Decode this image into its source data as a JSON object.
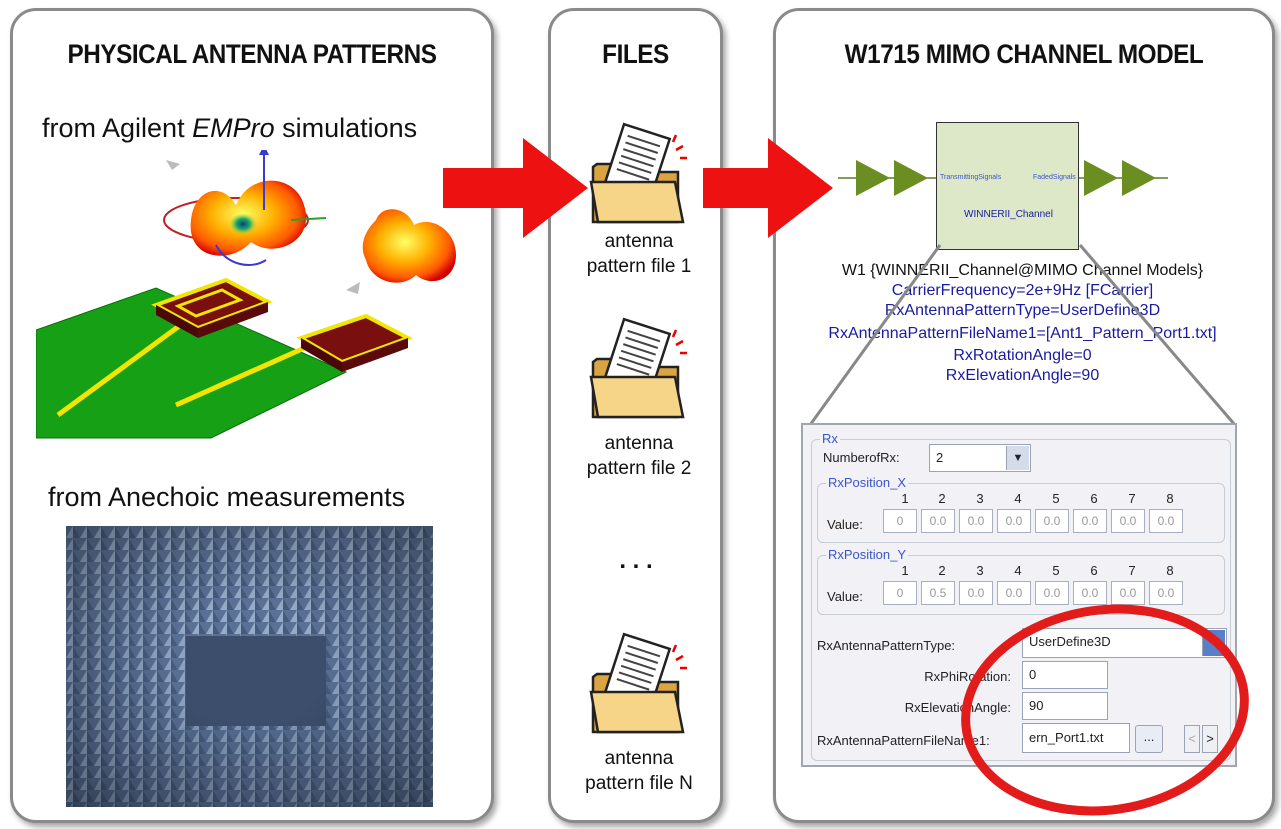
{
  "left_panel": {
    "title": "PHYSICAL ANTENNA PATTERNS",
    "subtitle_simulation_prefix": "from Agilent ",
    "subtitle_simulation_emphasis": "EMPro",
    "subtitle_simulation_suffix": " simulations",
    "subtitle_measurement": "from Anechoic measurements"
  },
  "middle_panel": {
    "title": "FILES",
    "files": [
      {
        "line1": "antenna",
        "line2": "pattern file 1"
      },
      {
        "line1": "antenna",
        "line2": "pattern file 2"
      },
      {
        "line1": "antenna",
        "line2": "pattern file N"
      }
    ],
    "ellipsis": ". . ."
  },
  "right_panel": {
    "title": "W1715 MIMO CHANNEL MODEL",
    "block": {
      "port_left": "TransmittingSignals",
      "port_right": "FadedSignals",
      "name": "WINNERII_Channel"
    },
    "annotation": {
      "instance": "W1 {WINNERII_Channel@MIMO Channel Models}",
      "params": [
        "CarrierFrequency=2e+9Hz [FCarrier]",
        "RxAntennaPatternType=UserDefine3D",
        "RxAntennaPatternFileName1=[Ant1_Pattern_Port1.txt]",
        "RxRotationAngle=0",
        "RxElevationAngle=90"
      ]
    },
    "dialog": {
      "group_label": "Rx",
      "number_of_rx_label": "NumberofRx:",
      "number_of_rx_value": "2",
      "pos_x": {
        "legend": "RxPosition_X",
        "headers": [
          "1",
          "2",
          "3",
          "4",
          "5",
          "6",
          "7",
          "8"
        ],
        "row_label": "Value:",
        "values": [
          "0",
          "0.0",
          "0.0",
          "0.0",
          "0.0",
          "0.0",
          "0.0",
          "0.0"
        ]
      },
      "pos_y": {
        "legend": "RxPosition_Y",
        "headers": [
          "1",
          "2",
          "3",
          "4",
          "5",
          "6",
          "7",
          "8"
        ],
        "row_label": "Value:",
        "values": [
          "0",
          "0.5",
          "0.0",
          "0.0",
          "0.0",
          "0.0",
          "0.0",
          "0.0"
        ]
      },
      "pattern_type_label": "RxAntennaPatternType:",
      "pattern_type_value": "UserDefine3D",
      "phi_rotation_label": "RxPhiRotation:",
      "phi_rotation_value": "0",
      "elevation_label": "RxElevationAngle:",
      "elevation_value": "90",
      "file_name_label": "RxAntennaPatternFileName1:",
      "file_name_value": "ern_Port1.txt",
      "browse_label": "...",
      "prev_label": "<",
      "next_label": ">"
    }
  },
  "colors": {
    "arrow_red": "#ee1111",
    "signal_green": "#6b8e23",
    "highlight_ellipse": "#e21b1b",
    "link_blue": "#1a1aa0"
  }
}
